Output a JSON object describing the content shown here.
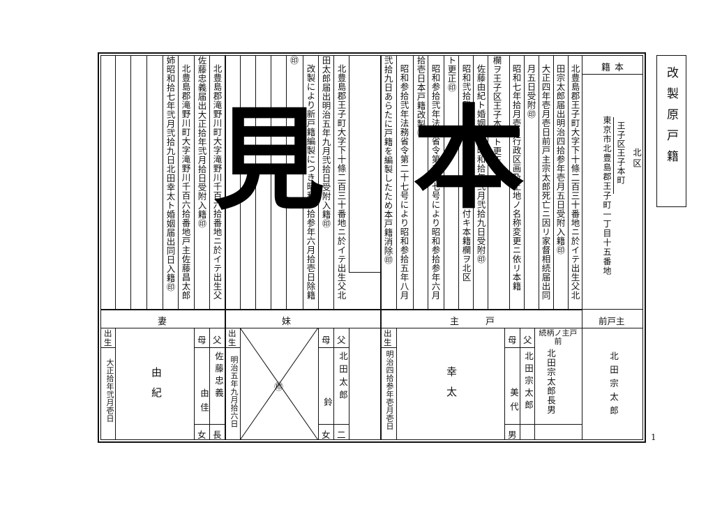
{
  "title_box": {
    "text": "改製原戸籍"
  },
  "page_number": "1",
  "honseki": {
    "label": "籍本",
    "ward": "北区",
    "address": "東京市北豊島郡王子町一丁目十五番地",
    "address_correction": "王子区王子本町"
  },
  "remarks_head": [
    "北豊島郡王子町大字下十條二百三十番地ニ於イテ出生父北",
    "田宗太郎届出明治四拾参年壱月五日受附入籍㊞",
    "大正四年壱月壱日前戸主宗太郎死亡ニ因リ家督相続届出同",
    "月五日受附㊞",
    "昭和七年拾月壱日行政区画及土地ノ名称変更ニ依リ本籍",
    "欄ヲ王子区王子本町ト更正㊞",
    "佐藤由紀ト婚姻届出昭和拾年弐月弐拾九日受附㊞",
    "昭和弐拾弐年法務省令第二十七号ニ付キ本籍欄ヲ北区",
    "ト更正㊞",
    "昭和参拾弐年法務省令第二十七号により昭和参拾参年六月",
    "拾壱日本戸籍改製㊞",
    "昭和参拾弐年法務省令第二十七号により昭和参拾五年八月",
    "弐拾九日あらたに戸籍を編製したため本戸籍消除㊞"
  ],
  "remarks_sister": [
    "北豊島郡王子町大字下十條二百三十番地ニ於イテ出生父北",
    "田太郎届出明治五年九月弐拾日受附入籍㊞",
    "改製により新戸籍編製につき昭和参拾参年六月拾壱日除籍",
    "㊞"
  ],
  "remarks_wife": [
    "北豊島郡滝野川町大字滝野川千百六拾番地ニ於イテ出生父",
    "佐藤忠義届出大正拾年弐月拾日受附入籍㊞",
    "北豊島郡滝野川町大字滝野川千百六拾番地戸主佐藤昌太郎",
    "姉昭和拾七年弐月弐拾九日北田幸太ト婚姻届出同日入籍㊞"
  ],
  "previous_head": {
    "label": "前戸主",
    "name": "北田宗太郎"
  },
  "head": {
    "label": "主　　戸",
    "father_label": "父",
    "father": "北田宗太郎",
    "mother_label": "母",
    "mother": "美代",
    "relation_label": "続柄ノ主戸前",
    "relation": "北田宗太郎長男",
    "relation_short": "男",
    "birth_label": "出生",
    "birth": "明治四拾参年壱月壱日",
    "name": "幸太"
  },
  "sister": {
    "label": "妹",
    "father_label": "父",
    "father": "北田太郎",
    "mother_label": "母",
    "mother": "鈴",
    "relation": "二",
    "relation2": "女",
    "birth_label": "出生",
    "birth": "明治五年九月拾六日",
    "stamp": "㊞"
  },
  "wife": {
    "label": "妻",
    "father_label": "父",
    "father": "佐藤忠義",
    "mother_label": "母",
    "mother": "由佳",
    "relation": "長",
    "relation2": "女",
    "birth_label": "出生",
    "birth": "大正拾年弐月壱日",
    "name": "由紀"
  },
  "watermark": {
    "char1": "見",
    "char2": "本"
  }
}
